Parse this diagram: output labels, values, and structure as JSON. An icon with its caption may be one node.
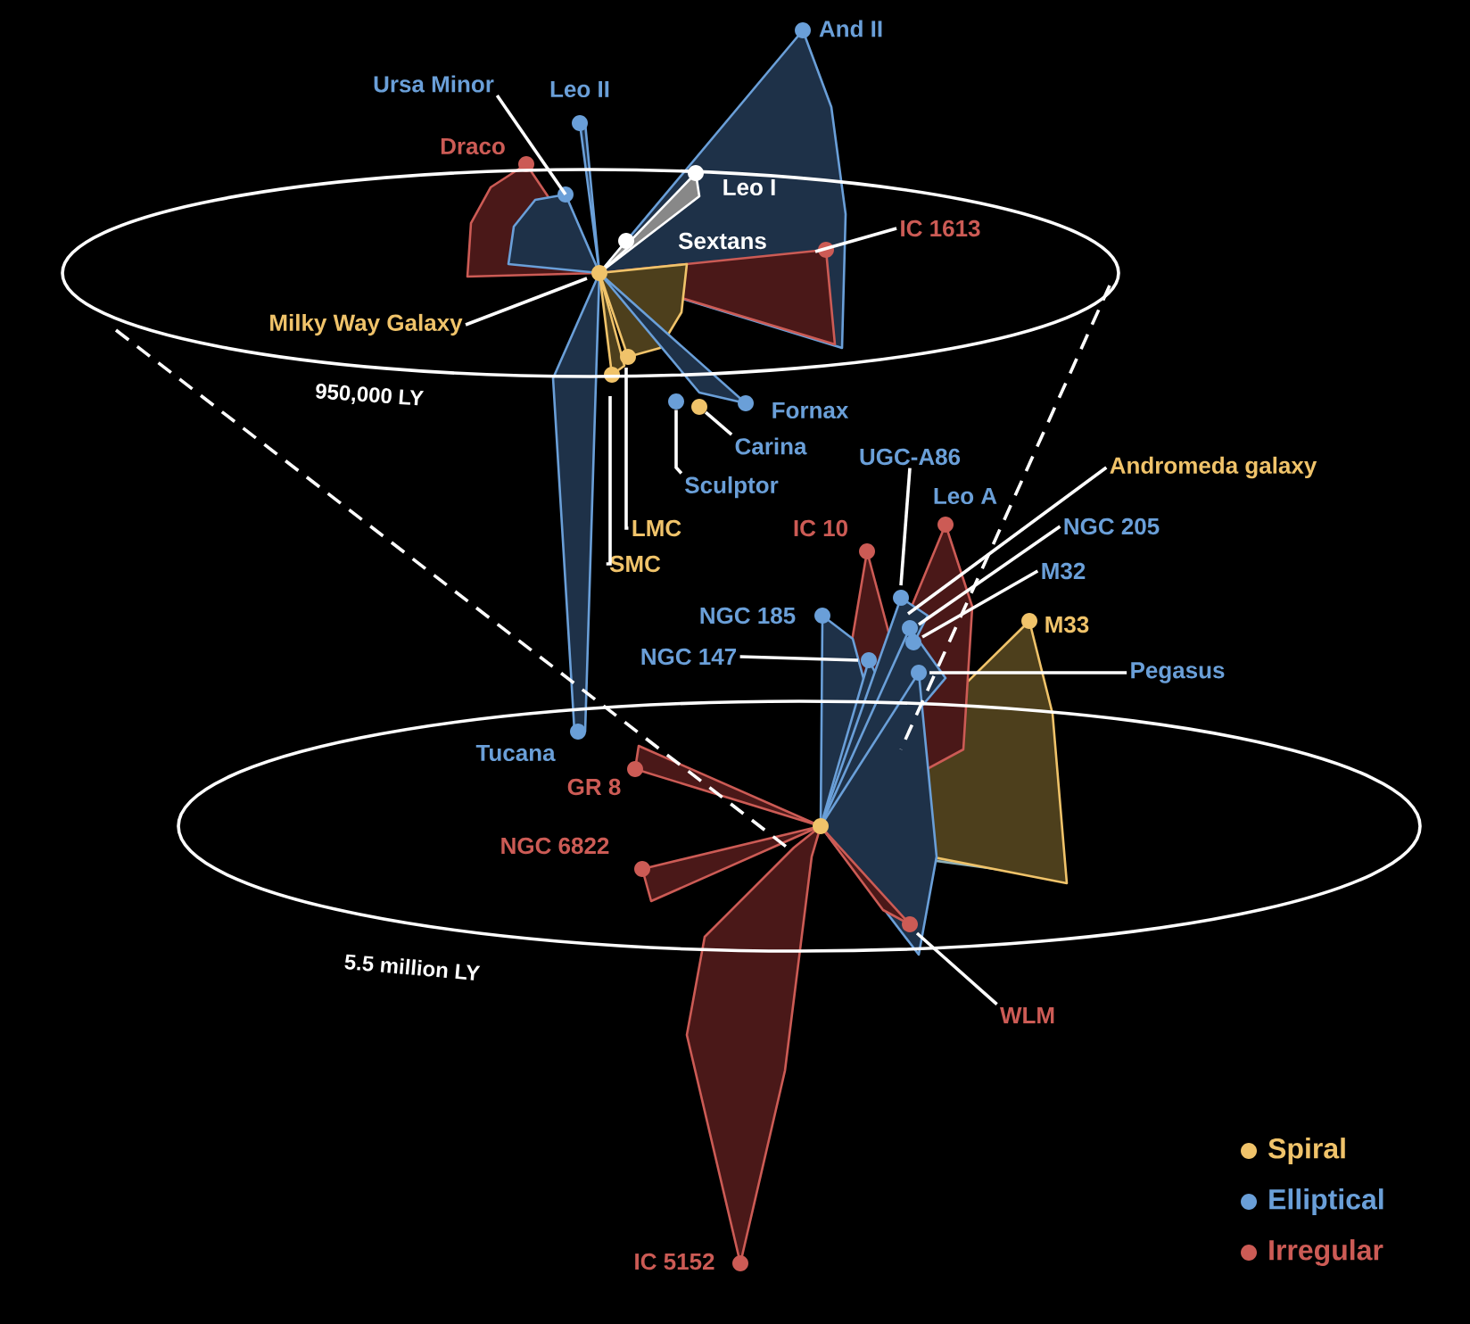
{
  "diagram": {
    "nodes": [
      {
        "text": [
          "And II"
        ]
      },
      {
        "text": [
          "Ursa Minor"
        ]
      },
      {
        "text": [
          "Leo II"
        ]
      },
      {
        "text": [
          "Draco"
        ]
      },
      {
        "text": [
          "Leo I"
        ]
      },
      {
        "text": [
          "IC 1613"
        ]
      },
      {
        "text": [
          "Sextans"
        ]
      },
      {
        "text": [
          "Milky Way Galaxy"
        ]
      },
      {
        "text": [
          "Fornax"
        ]
      },
      {
        "text": [
          "Carina"
        ]
      },
      {
        "text": [
          "UGC-A86"
        ]
      },
      {
        "text": [
          "Andromeda galaxy"
        ]
      },
      {
        "text": [
          "Sculptor"
        ]
      },
      {
        "text": [
          "Leo A"
        ]
      },
      {
        "text": [
          "LMC"
        ]
      },
      {
        "text": [
          "NGC 205"
        ]
      },
      {
        "text": [
          "IC 10"
        ]
      },
      {
        "text": [
          "SMC"
        ]
      },
      {
        "text": [
          "M32"
        ]
      },
      {
        "text": [
          "NGC 185"
        ]
      },
      {
        "text": [
          "M33"
        ]
      },
      {
        "text": [
          "NGC 147"
        ]
      },
      {
        "text": [
          "Pegasus"
        ]
      },
      {
        "text": [
          "Tucana"
        ]
      },
      {
        "text": [
          "GR 8"
        ]
      },
      {
        "text": [
          "NGC 6822"
        ]
      },
      {
        "text": [
          "WLM"
        ]
      },
      {
        "text": [
          "IC 5152"
        ]
      },
      {
        "text": [],
        "shape": "circle"
      },
      {
        "text": [],
        "shape": "circle"
      }
    ],
    "edges": [
      {
        "from": 1,
        "to": null,
        "arrow": "none"
      },
      {
        "from": 5,
        "to": null,
        "arrow": "none"
      },
      {
        "from": 7,
        "to": null,
        "arrow": "none"
      },
      {
        "from": 9,
        "to": 29,
        "arrow": "none"
      },
      {
        "from": 10,
        "to": null,
        "arrow": "none"
      },
      {
        "from": 11,
        "to": null,
        "arrow": "none"
      },
      {
        "from": 12,
        "to": 28,
        "arrow": "none"
      },
      {
        "from": 14,
        "to": null,
        "arrow": "none"
      },
      {
        "from": 15,
        "to": null,
        "arrow": "none"
      },
      {
        "from": 17,
        "to": null,
        "arrow": "none"
      },
      {
        "from": 18,
        "to": null,
        "arrow": "none"
      },
      {
        "from": 21,
        "to": null,
        "arrow": "none"
      },
      {
        "from": 22,
        "to": null,
        "arrow": "none"
      },
      {
        "from": 26,
        "to": null,
        "arrow": "none"
      }
    ],
    "labels": [
      "950,000 LY",
      "5.5 million LY"
    ],
    "legend": [
      {
        "text": "Spiral",
        "color": "#f0c36a"
      },
      {
        "text": "Elliptical",
        "color": "#6a9fd8"
      },
      {
        "text": "Irregular",
        "color": "#cc5b55"
      }
    ]
  }
}
